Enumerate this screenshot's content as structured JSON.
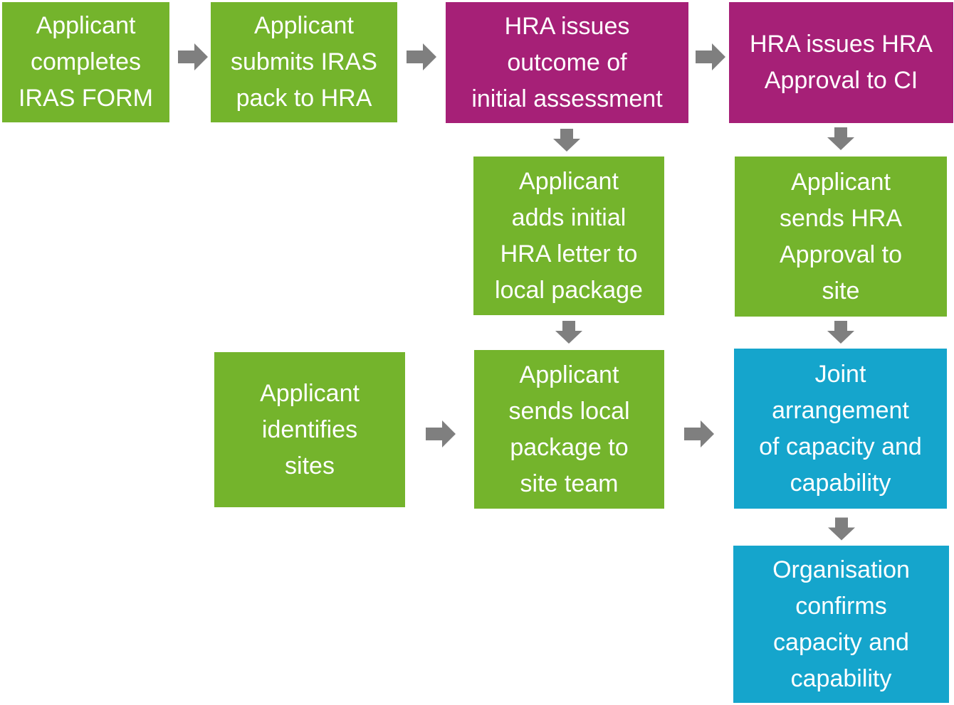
{
  "palette": {
    "green": "#74B42C",
    "magenta": "#A62077",
    "blue": "#15A5CC",
    "arrow": "#7F7F7F",
    "text": "#FFFFFF"
  },
  "boxes": [
    {
      "id": "applicant-completes-iras-form",
      "label": "Applicant\ncompletes\nIRAS FORM",
      "color": "green"
    },
    {
      "id": "applicant-submits-iras-pack",
      "label": "Applicant\nsubmits IRAS\npack to HRA",
      "color": "green"
    },
    {
      "id": "hra-issues-outcome",
      "label": "HRA issues\noutcome of\ninitial assessment",
      "color": "magenta"
    },
    {
      "id": "hra-issues-approval-ci",
      "label": "HRA issues HRA\nApproval to CI",
      "color": "magenta"
    },
    {
      "id": "applicant-adds-initial-letter",
      "label": "Applicant\nadds initial\nHRA letter to\nlocal package",
      "color": "green"
    },
    {
      "id": "applicant-sends-approval-site",
      "label": "Applicant\nsends HRA\nApproval to\nsite",
      "color": "green"
    },
    {
      "id": "applicant-identifies-sites",
      "label": "Applicant\nidentifies\nsites",
      "color": "green"
    },
    {
      "id": "applicant-sends-local-package",
      "label": "Applicant\nsends local\npackage to\nsite team",
      "color": "green"
    },
    {
      "id": "joint-arrangement",
      "label": "Joint\narrangement\nof capacity and\ncapability",
      "color": "blue"
    },
    {
      "id": "organisation-confirms",
      "label": "Organisation\nconfirms\ncapacity and\ncapability",
      "color": "blue"
    }
  ],
  "arrows": [
    {
      "id": "arrow-completes-to-submits",
      "direction": "right"
    },
    {
      "id": "arrow-submits-to-outcome",
      "direction": "right"
    },
    {
      "id": "arrow-outcome-to-approval-ci",
      "direction": "right"
    },
    {
      "id": "arrow-outcome-to-adds-initial",
      "direction": "down"
    },
    {
      "id": "arrow-approval-ci-to-sends-site",
      "direction": "down"
    },
    {
      "id": "arrow-adds-initial-to-local-pkg",
      "direction": "down"
    },
    {
      "id": "arrow-sends-site-to-joint",
      "direction": "down"
    },
    {
      "id": "arrow-identifies-to-local-pkg",
      "direction": "right"
    },
    {
      "id": "arrow-local-pkg-to-joint",
      "direction": "right"
    },
    {
      "id": "arrow-joint-to-organisation",
      "direction": "down"
    }
  ]
}
